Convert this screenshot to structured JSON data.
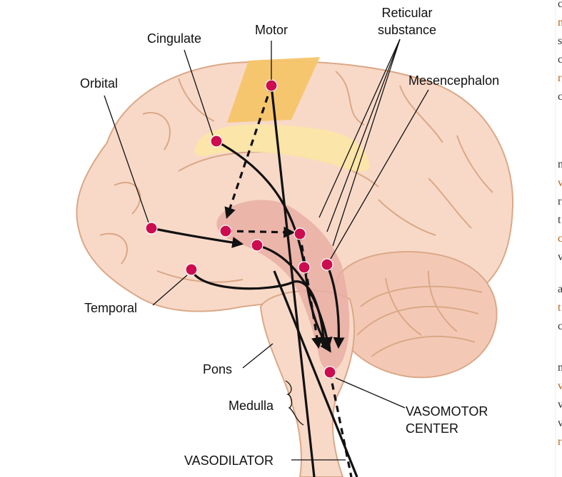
{
  "labels": {
    "motor": "Motor",
    "cingulate": "Cingulate",
    "orbital": "Orbital",
    "reticular_1": "Reticular",
    "reticular_2": "substance",
    "mesencephalon": "Mesencephalon",
    "temporal": "Temporal",
    "pons": "Pons",
    "medulla": "Medulla",
    "vasomotor_1": "VASOMOTOR",
    "vasomotor_2": "CENTER",
    "vasodilator": "VASODILATOR"
  },
  "colors": {
    "brain_fill": "#f8d9c8",
    "brain_stroke": "#dba887",
    "motor_area": "#f5c56a",
    "cingulate_area": "#fbe6a8",
    "reticular_area": "#e9aea5",
    "nucleus_dot": "#cc0c4e",
    "pathway": "#111111"
  },
  "right_margin_glyphs": [
    "c",
    "n",
    "s",
    "c",
    "r",
    "c",
    "n",
    "v",
    "r",
    "t",
    "c",
    "v",
    "a",
    "t",
    "c",
    "n",
    "v",
    "v",
    "v",
    "r"
  ]
}
